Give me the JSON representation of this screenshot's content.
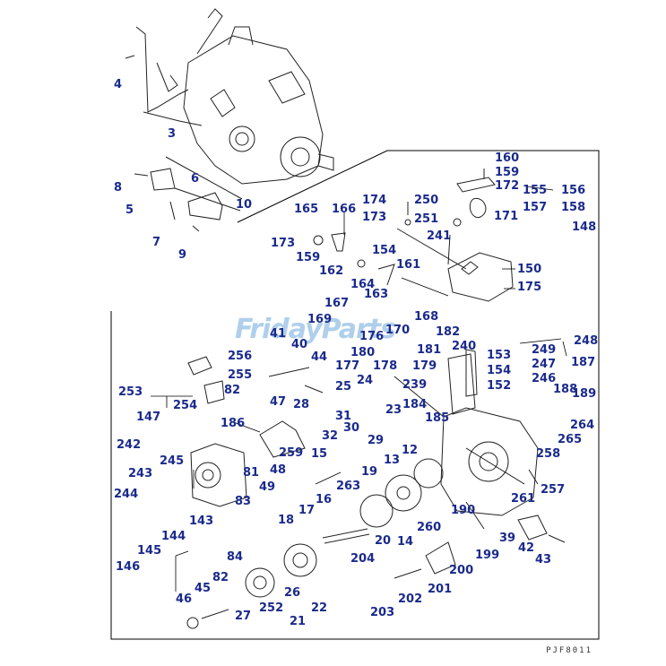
{
  "watermark": "FridayParts",
  "drawing_code": "PJF8011",
  "colors": {
    "callout": "#1a2a8c",
    "line": "#000000"
  },
  "callouts": [
    "4",
    "3",
    "8",
    "6",
    "5",
    "10",
    "7",
    "9",
    "160",
    "159",
    "172",
    "155",
    "156",
    "157",
    "158",
    "148",
    "174",
    "250",
    "173",
    "251",
    "171",
    "241",
    "165",
    "166",
    "173",
    "159",
    "154",
    "161",
    "162",
    "164",
    "163",
    "150",
    "175",
    "167",
    "169",
    "168",
    "170",
    "182",
    "176",
    "180",
    "181",
    "178",
    "179",
    "177",
    "41",
    "40",
    "44",
    "240",
    "153",
    "154",
    "152",
    "249",
    "248",
    "247",
    "246",
    "187",
    "189",
    "256",
    "255",
    "253",
    "82",
    "254",
    "147",
    "186",
    "25",
    "24",
    "28",
    "31",
    "23",
    "239",
    "184",
    "185",
    "188",
    "264",
    "265",
    "258",
    "47",
    "32",
    "29",
    "30",
    "12",
    "242",
    "243",
    "245",
    "259",
    "48",
    "81",
    "49",
    "83",
    "15",
    "13",
    "257",
    "261",
    "244",
    "263",
    "19",
    "143",
    "144",
    "17",
    "16",
    "18",
    "190",
    "260",
    "20",
    "14",
    "39",
    "42",
    "43",
    "145",
    "146",
    "84",
    "82",
    "46",
    "45",
    "27",
    "252",
    "26",
    "22",
    "21",
    "199",
    "204",
    "200",
    "201",
    "202",
    "203"
  ]
}
